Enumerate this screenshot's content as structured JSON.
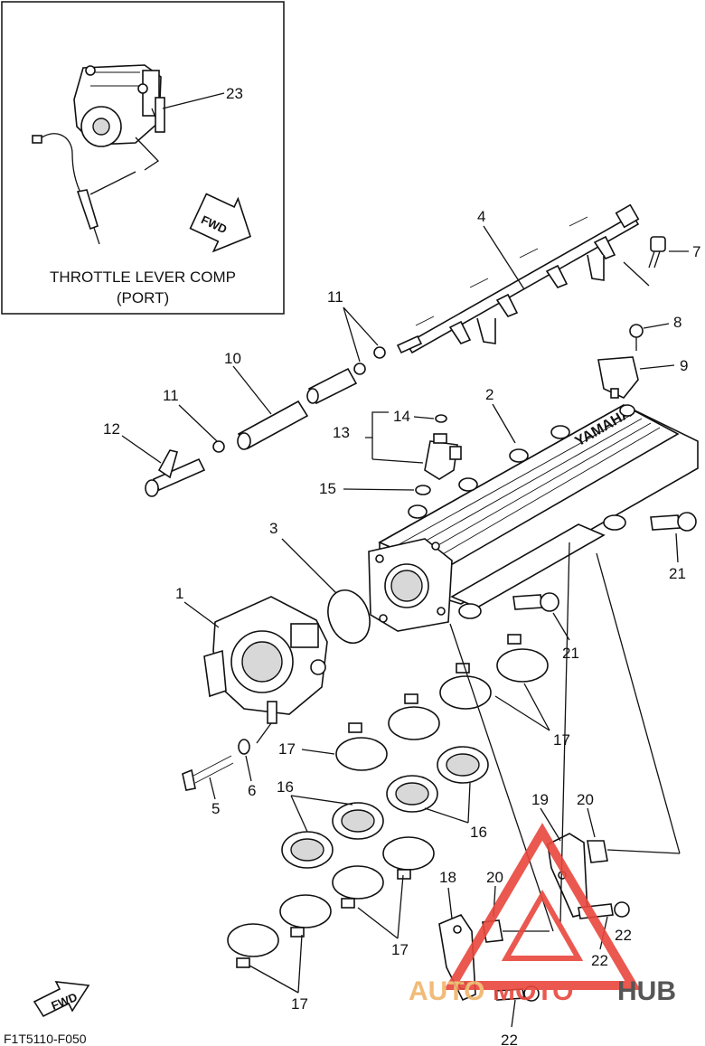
{
  "inset": {
    "title_line1": "THROTTLE LEVER COMP",
    "title_line2": "(PORT)",
    "fwd_label": "FWD"
  },
  "fwd_label": "FWD",
  "callouts": [
    "1",
    "2",
    "3",
    "4",
    "5",
    "6",
    "7",
    "8",
    "9",
    "10",
    "11",
    "11",
    "12",
    "13",
    "14",
    "15",
    "16",
    "16",
    "17",
    "17",
    "17",
    "17",
    "18",
    "19",
    "20",
    "20",
    "21",
    "21",
    "22",
    "22",
    "22",
    "23"
  ],
  "manifold_logo": "YAMAHA",
  "drawing_code": "F1T5110-F050",
  "watermark": {
    "part1": "AUTO",
    "part2": "MOTO",
    "part3": "HUB",
    "color_accent": "#e8473c",
    "color_orange": "#f0b46a"
  }
}
